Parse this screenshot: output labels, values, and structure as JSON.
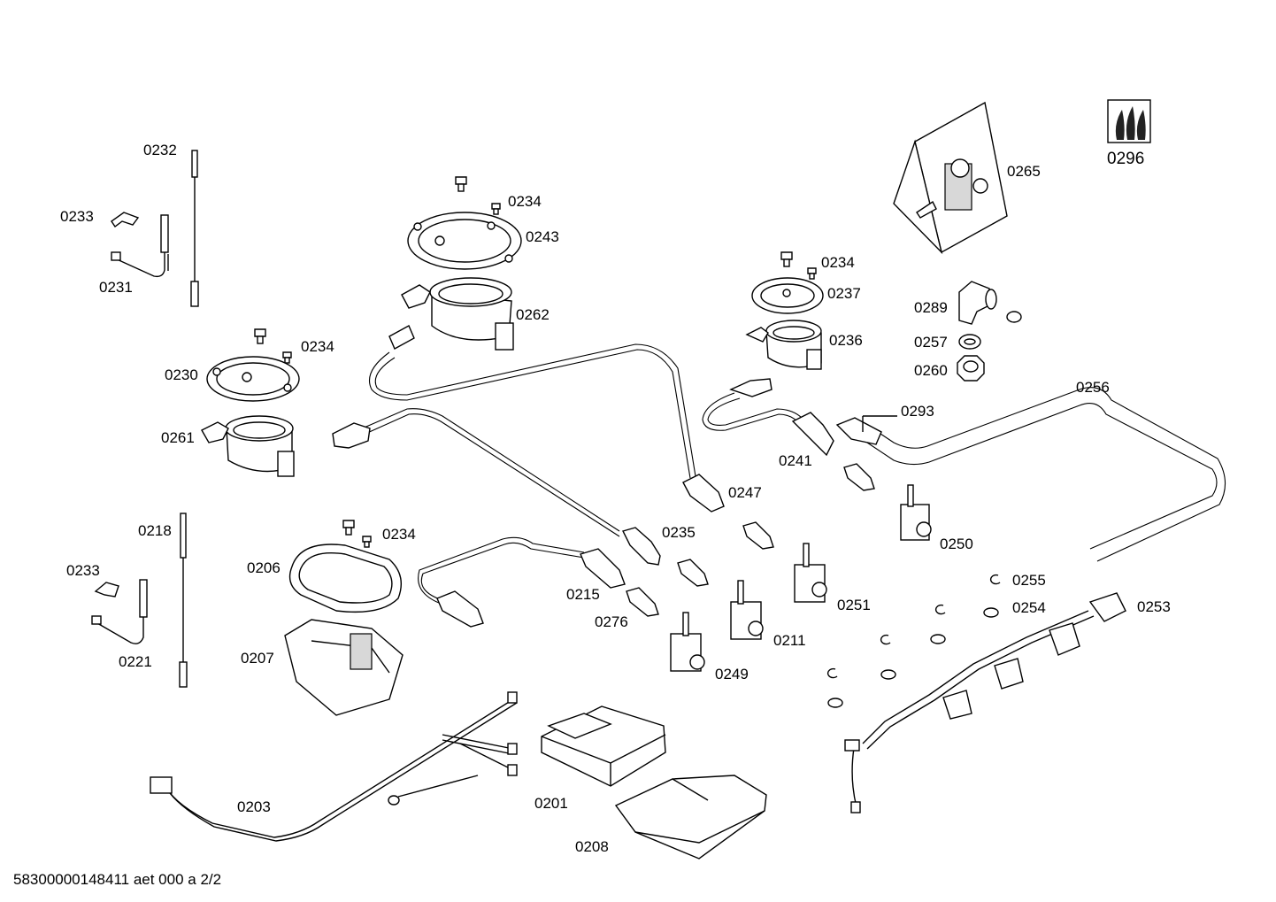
{
  "footer": {
    "text": "58300000148411 aet 000 a 2/2"
  },
  "labels": {
    "p0232": "0232",
    "p0233a": "0233",
    "p0231": "0231",
    "p0234a": "0234",
    "p0243": "0243",
    "p0262": "0262",
    "p0234b": "0234",
    "p0230": "0230",
    "p0261": "0261",
    "p0265": "0265",
    "p0296": "0296",
    "p0234c": "0234",
    "p0237": "0237",
    "p0236": "0236",
    "p0289": "0289",
    "p0257": "0257",
    "p0260": "0260",
    "p0256": "0256",
    "p0293": "0293",
    "p0241": "0241",
    "p0247": "0247",
    "p0218": "0218",
    "p0233b": "0233",
    "p0221": "0221",
    "p0206": "0206",
    "p0234d": "0234",
    "p0207": "0207",
    "p0235": "0235",
    "p0215": "0215",
    "p0276": "0276",
    "p0250": "0250",
    "p0251": "0251",
    "p0211": "0211",
    "p0249": "0249",
    "p0255": "0255",
    "p0254": "0254",
    "p0253": "0253",
    "p0203": "0203",
    "p0201": "0201",
    "p0208": "0208"
  }
}
